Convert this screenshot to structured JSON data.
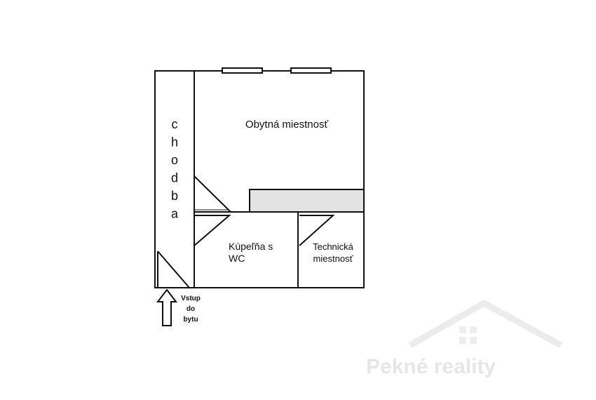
{
  "rooms": {
    "corridor": "chodba",
    "living_room": "Obytná miestnosť",
    "bathroom_line1": "Kúpeľňa s",
    "bathroom_line2": "WC",
    "technical_line1": "Technická",
    "technical_line2": "miestnosť"
  },
  "entrance": {
    "line1": "Vstup",
    "line2": "do",
    "line3": "bytu"
  },
  "watermark": {
    "text": "Pekné reality"
  },
  "colors": {
    "wall": "#111111",
    "counter_fill": "#e3e3e3",
    "watermark": "#e6e6e6"
  }
}
